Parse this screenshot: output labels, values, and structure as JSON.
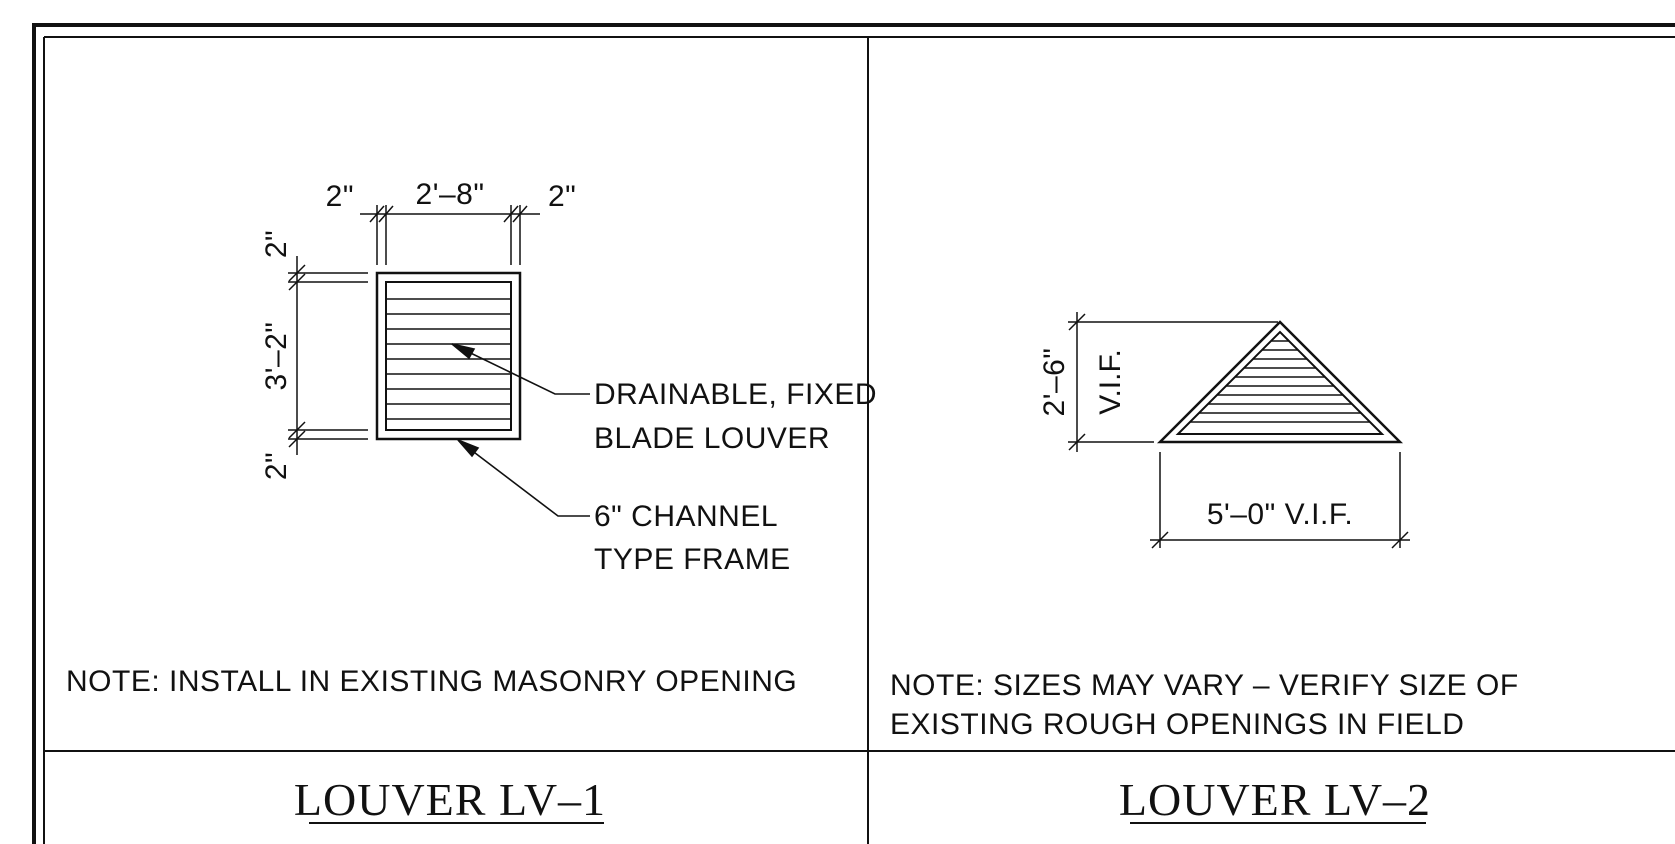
{
  "panel1": {
    "dims": {
      "top_left": "2\"",
      "top_center": "2'–8\"",
      "top_right": "2\"",
      "left_top": "2\"",
      "left_center": "3'–2\"",
      "left_bottom": "2\""
    },
    "callout_louver": [
      "DRAINABLE, FIXED",
      "BLADE LOUVER"
    ],
    "callout_frame": [
      "6\" CHANNEL",
      "TYPE FRAME"
    ],
    "note": "NOTE: INSTALL IN EXISTING MASONRY OPENING",
    "title": "LOUVER LV–1"
  },
  "panel2": {
    "dims": {
      "height": "2'–6\"",
      "height_vif": "V.I.F.",
      "width": "5'–0\" V.I.F."
    },
    "note_lines": [
      "NOTE: SIZES MAY VARY – VERIFY SIZE OF",
      "EXISTING ROUGH OPENINGS IN FIELD"
    ],
    "title": "LOUVER LV–2"
  }
}
